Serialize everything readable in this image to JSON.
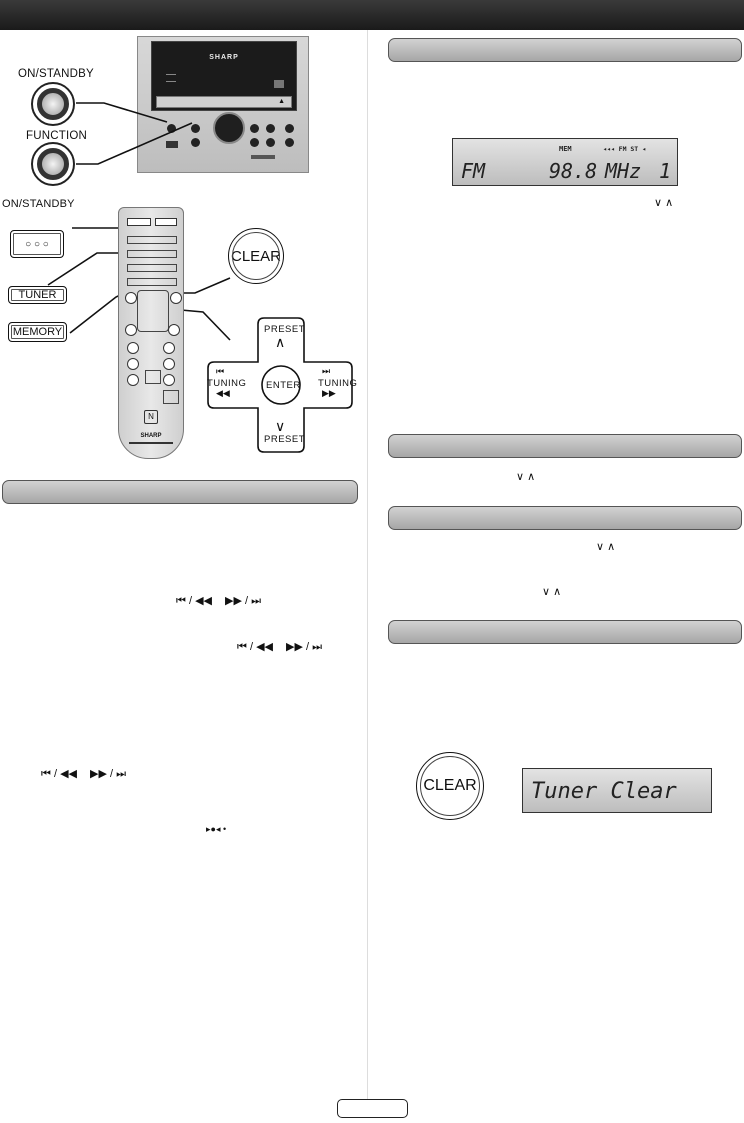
{
  "device": {
    "brand": "SHARP",
    "on_standby_label": "ON/STANDBY",
    "function_label": "FUNCTION"
  },
  "remote": {
    "brand": "SHARP",
    "on_standby_label": "ON/STANDBY",
    "tuner_label": "TUNER",
    "memory_label": "MEMORY",
    "clear_label": "CLEAR",
    "power_dots": "○ ○ ○"
  },
  "dpad": {
    "preset_top": "PRESET",
    "preset_bottom": "PRESET",
    "tuning_left": "TUNING",
    "tuning_right": "TUNING",
    "enter": "ENTER"
  },
  "display1": {
    "mem_indicator": "MEM",
    "fm_st_indicator": "◂◂◂ FM ST ◂",
    "band": "FM",
    "frequency": "98.8",
    "unit": "MHz",
    "preset_number": "1"
  },
  "display2": {
    "text": "Tuner Clear",
    "clear_label": "CLEAR"
  },
  "symbols": {
    "down_up": "∨  ∧",
    "skip_back": "⏮ / ◀◀",
    "skip_fwd": "▶▶ / ⏭",
    "dot_group": "▸●◂      •"
  }
}
